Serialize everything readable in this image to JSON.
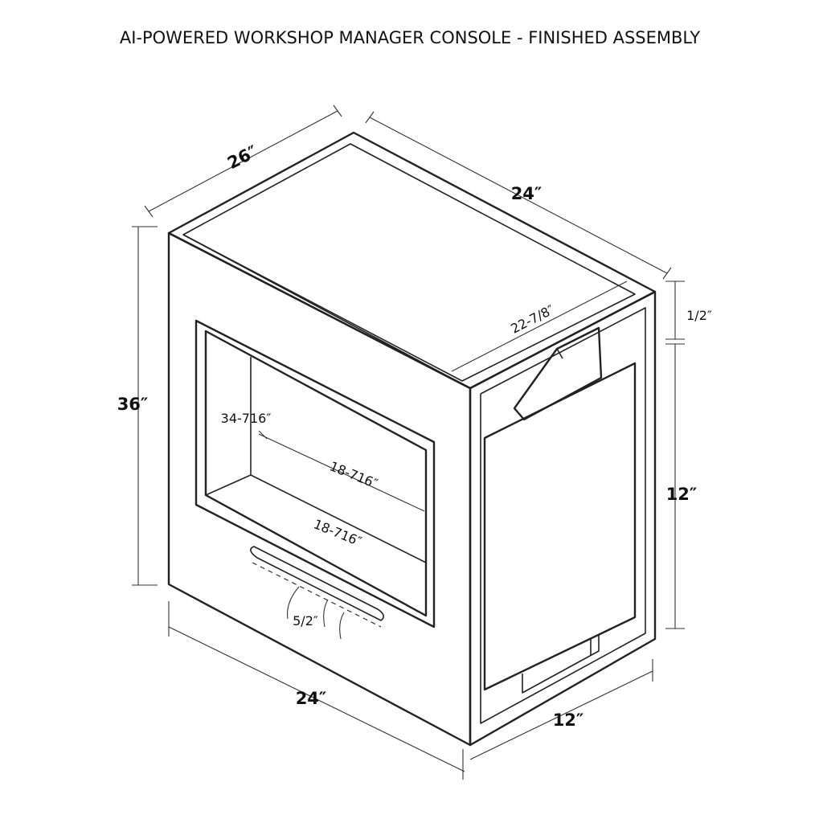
{
  "title": "AI-POWERED WORKSHOP MANAGER CONSOLE - FINISHED ASSEMBLY",
  "colors": {
    "line": "#222222",
    "background": "#ffffff"
  },
  "dimensions": {
    "top_depth": "26″",
    "top_width": "24″",
    "height": "36″",
    "front_width": "24″",
    "side_depth": "12″",
    "side_height": "12″",
    "top_thickness": "1/2″",
    "inner_top_width": "22-7/8″",
    "opening_height": "34-716″",
    "opening_width_upper": "18-716″",
    "opening_width_lower": "18-716″",
    "slot_callout": "5/2″"
  }
}
